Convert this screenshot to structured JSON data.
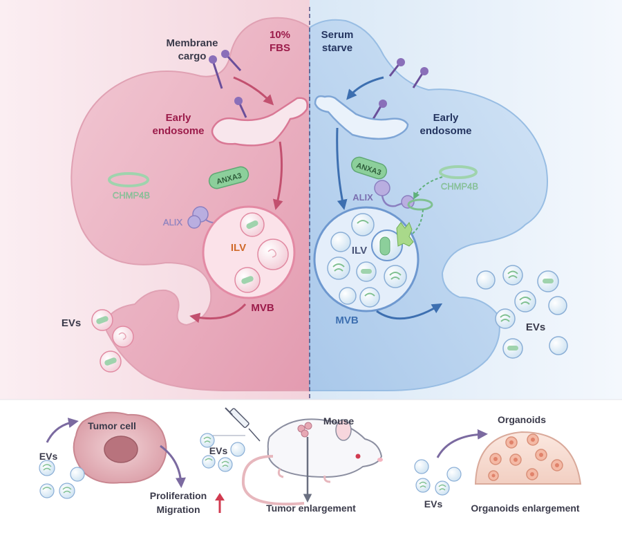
{
  "top_panel": {
    "left": {
      "condition_line1": "10%",
      "condition_line2": "FBS",
      "membrane_cargo_line1": "Membrane",
      "membrane_cargo_line2": "cargo",
      "early_endosome_line1": "Early",
      "early_endosome_line2": "endosome",
      "anxa3": "ANXA3",
      "chmp4b": "CHMP4B",
      "alix": "ALIX",
      "ilv": "ILV",
      "mvb": "MVB",
      "evs": "EVs"
    },
    "right": {
      "condition_line1": "Serum",
      "condition_line2": "starve",
      "early_endosome_line1": "Early",
      "early_endosome_line2": "endosome",
      "anxa3": "ANXA3",
      "chmp4b": "CHMP4B",
      "alix": "ALIX",
      "ilv": "ILV",
      "mvb": "MVB",
      "evs": "EVs"
    }
  },
  "bottom_panel": {
    "tumor_cell": {
      "title": "Tumor cell",
      "evs": "EVs",
      "outcome_line1": "Proliferation",
      "outcome_line2": "Migration"
    },
    "mouse": {
      "title": "Mouse",
      "evs": "EVs",
      "outcome": "Tumor enlargement"
    },
    "organoids": {
      "title": "Organoids",
      "evs": "EVs",
      "outcome": "Organoids enlargement"
    }
  },
  "colors": {
    "left_bg": "#f6dde4",
    "left_cell": "#e8a7b8",
    "right_bg": "#e3eef9",
    "right_cell": "#b9d3ef",
    "magenta_text": "#9b1b4a",
    "navy_text": "#24345f",
    "green_protein": "#8ccf9b",
    "purple_protein": "#9a8fc9"
  }
}
